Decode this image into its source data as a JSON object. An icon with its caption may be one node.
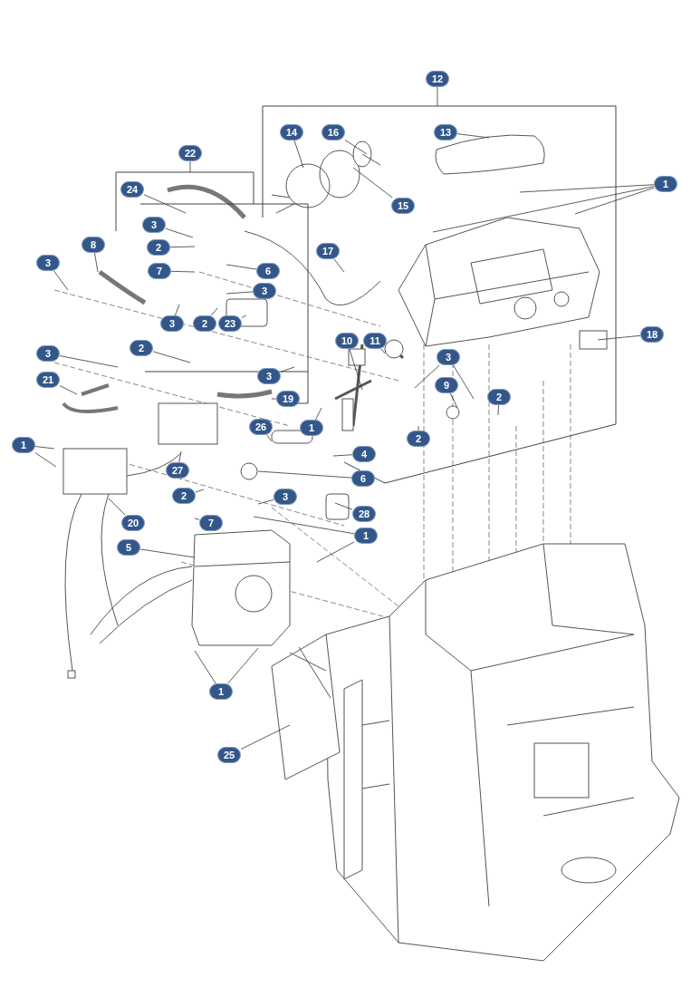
{
  "diagram": {
    "nodes": [
      {
        "text": [
          "12"
        ]
      },
      {
        "text": [
          "14"
        ]
      },
      {
        "text": [
          "16"
        ]
      },
      {
        "text": [
          "13"
        ]
      },
      {
        "text": [
          "1"
        ]
      },
      {
        "text": [
          "22"
        ]
      },
      {
        "text": [
          "24"
        ]
      },
      {
        "text": [
          "3"
        ]
      },
      {
        "text": [
          "8"
        ]
      },
      {
        "text": [
          "2"
        ]
      },
      {
        "text": [
          "15"
        ]
      },
      {
        "text": [
          "3"
        ]
      },
      {
        "text": [
          "7"
        ]
      },
      {
        "text": [
          "6"
        ]
      },
      {
        "text": [
          "17"
        ]
      },
      {
        "text": [
          "3"
        ]
      },
      {
        "text": [
          "10"
        ]
      },
      {
        "text": [
          "11"
        ]
      },
      {
        "text": [
          "18"
        ]
      },
      {
        "text": [
          "3"
        ]
      },
      {
        "text": [
          "2"
        ]
      },
      {
        "text": [
          "23"
        ]
      },
      {
        "text": [
          "2"
        ]
      },
      {
        "text": [
          "3"
        ]
      },
      {
        "text": [
          "3"
        ]
      },
      {
        "text": [
          "21"
        ]
      },
      {
        "text": [
          "3"
        ]
      },
      {
        "text": [
          "9"
        ]
      },
      {
        "text": [
          "2"
        ]
      },
      {
        "text": [
          "19"
        ]
      },
      {
        "text": [
          "1"
        ]
      },
      {
        "text": [
          "26"
        ]
      },
      {
        "text": [
          "1"
        ]
      },
      {
        "text": [
          "2"
        ]
      },
      {
        "text": [
          "4"
        ]
      },
      {
        "text": [
          "27"
        ]
      },
      {
        "text": [
          "6"
        ]
      },
      {
        "text": [
          "2"
        ]
      },
      {
        "text": [
          "3"
        ]
      },
      {
        "text": [
          "28"
        ]
      },
      {
        "text": [
          "20"
        ]
      },
      {
        "text": [
          "7"
        ]
      },
      {
        "text": [
          "1"
        ]
      },
      {
        "text": [
          "5"
        ]
      },
      {
        "text": [
          "1"
        ]
      },
      {
        "text": [
          "25"
        ]
      }
    ],
    "edges": [
      {
        "from": 0,
        "to": null,
        "arrow": "none"
      },
      {
        "from": 1,
        "to": null,
        "arrow": "none"
      },
      {
        "from": 2,
        "to": null,
        "arrow": "none"
      },
      {
        "from": 3,
        "to": null,
        "arrow": "none"
      },
      {
        "from": 4,
        "to": null,
        "arrow": "none"
      },
      {
        "from": 4,
        "to": null,
        "arrow": "none"
      },
      {
        "from": 4,
        "to": null,
        "arrow": "none"
      },
      {
        "from": 5,
        "to": null,
        "arrow": "none"
      },
      {
        "from": 6,
        "to": null,
        "arrow": "none"
      },
      {
        "from": 7,
        "to": null,
        "arrow": "none"
      },
      {
        "from": 8,
        "to": null,
        "arrow": "none"
      },
      {
        "from": 9,
        "to": null,
        "arrow": "none"
      },
      {
        "from": 10,
        "to": null,
        "arrow": "none"
      },
      {
        "from": 11,
        "to": null,
        "arrow": "none"
      },
      {
        "from": 12,
        "to": null,
        "arrow": "none"
      },
      {
        "from": 13,
        "to": null,
        "arrow": "none"
      },
      {
        "from": 14,
        "to": null,
        "arrow": "none"
      },
      {
        "from": 15,
        "to": null,
        "arrow": "none"
      },
      {
        "from": 16,
        "to": null,
        "arrow": "none"
      },
      {
        "from": 17,
        "to": null,
        "arrow": "none"
      },
      {
        "from": 18,
        "to": null,
        "arrow": "none"
      },
      {
        "from": 19,
        "to": null,
        "arrow": "none"
      },
      {
        "from": 20,
        "to": null,
        "arrow": "none"
      },
      {
        "from": 21,
        "to": null,
        "arrow": "none"
      },
      {
        "from": 22,
        "to": null,
        "arrow": "none"
      },
      {
        "from": 23,
        "to": null,
        "arrow": "none"
      },
      {
        "from": 24,
        "to": null,
        "arrow": "none"
      },
      {
        "from": 24,
        "to": null,
        "arrow": "none"
      },
      {
        "from": 25,
        "to": null,
        "arrow": "none"
      },
      {
        "from": 26,
        "to": null,
        "arrow": "none"
      },
      {
        "from": 27,
        "to": null,
        "arrow": "none"
      },
      {
        "from": 28,
        "to": null,
        "arrow": "none"
      },
      {
        "from": 29,
        "to": null,
        "arrow": "none"
      },
      {
        "from": 30,
        "to": null,
        "arrow": "none"
      },
      {
        "from": 31,
        "to": null,
        "arrow": "none"
      },
      {
        "from": 32,
        "to": null,
        "arrow": "none"
      },
      {
        "from": 32,
        "to": null,
        "arrow": "none"
      },
      {
        "from": 33,
        "to": null,
        "arrow": "none"
      },
      {
        "from": 34,
        "to": null,
        "arrow": "none"
      },
      {
        "from": 35,
        "to": null,
        "arrow": "none"
      },
      {
        "from": 36,
        "to": null,
        "arrow": "none"
      },
      {
        "from": 37,
        "to": null,
        "arrow": "none"
      },
      {
        "from": 38,
        "to": null,
        "arrow": "none"
      },
      {
        "from": 39,
        "to": null,
        "arrow": "none"
      },
      {
        "from": 40,
        "to": null,
        "arrow": "none"
      },
      {
        "from": 41,
        "to": null,
        "arrow": "none"
      },
      {
        "from": 42,
        "to": null,
        "arrow": "none"
      },
      {
        "from": 42,
        "to": null,
        "arrow": "none"
      },
      {
        "from": 43,
        "to": null,
        "arrow": "none"
      },
      {
        "from": 44,
        "to": null,
        "arrow": "none"
      },
      {
        "from": 44,
        "to": null,
        "arrow": "none"
      },
      {
        "from": 45,
        "to": null,
        "arrow": "none"
      }
    ]
  }
}
